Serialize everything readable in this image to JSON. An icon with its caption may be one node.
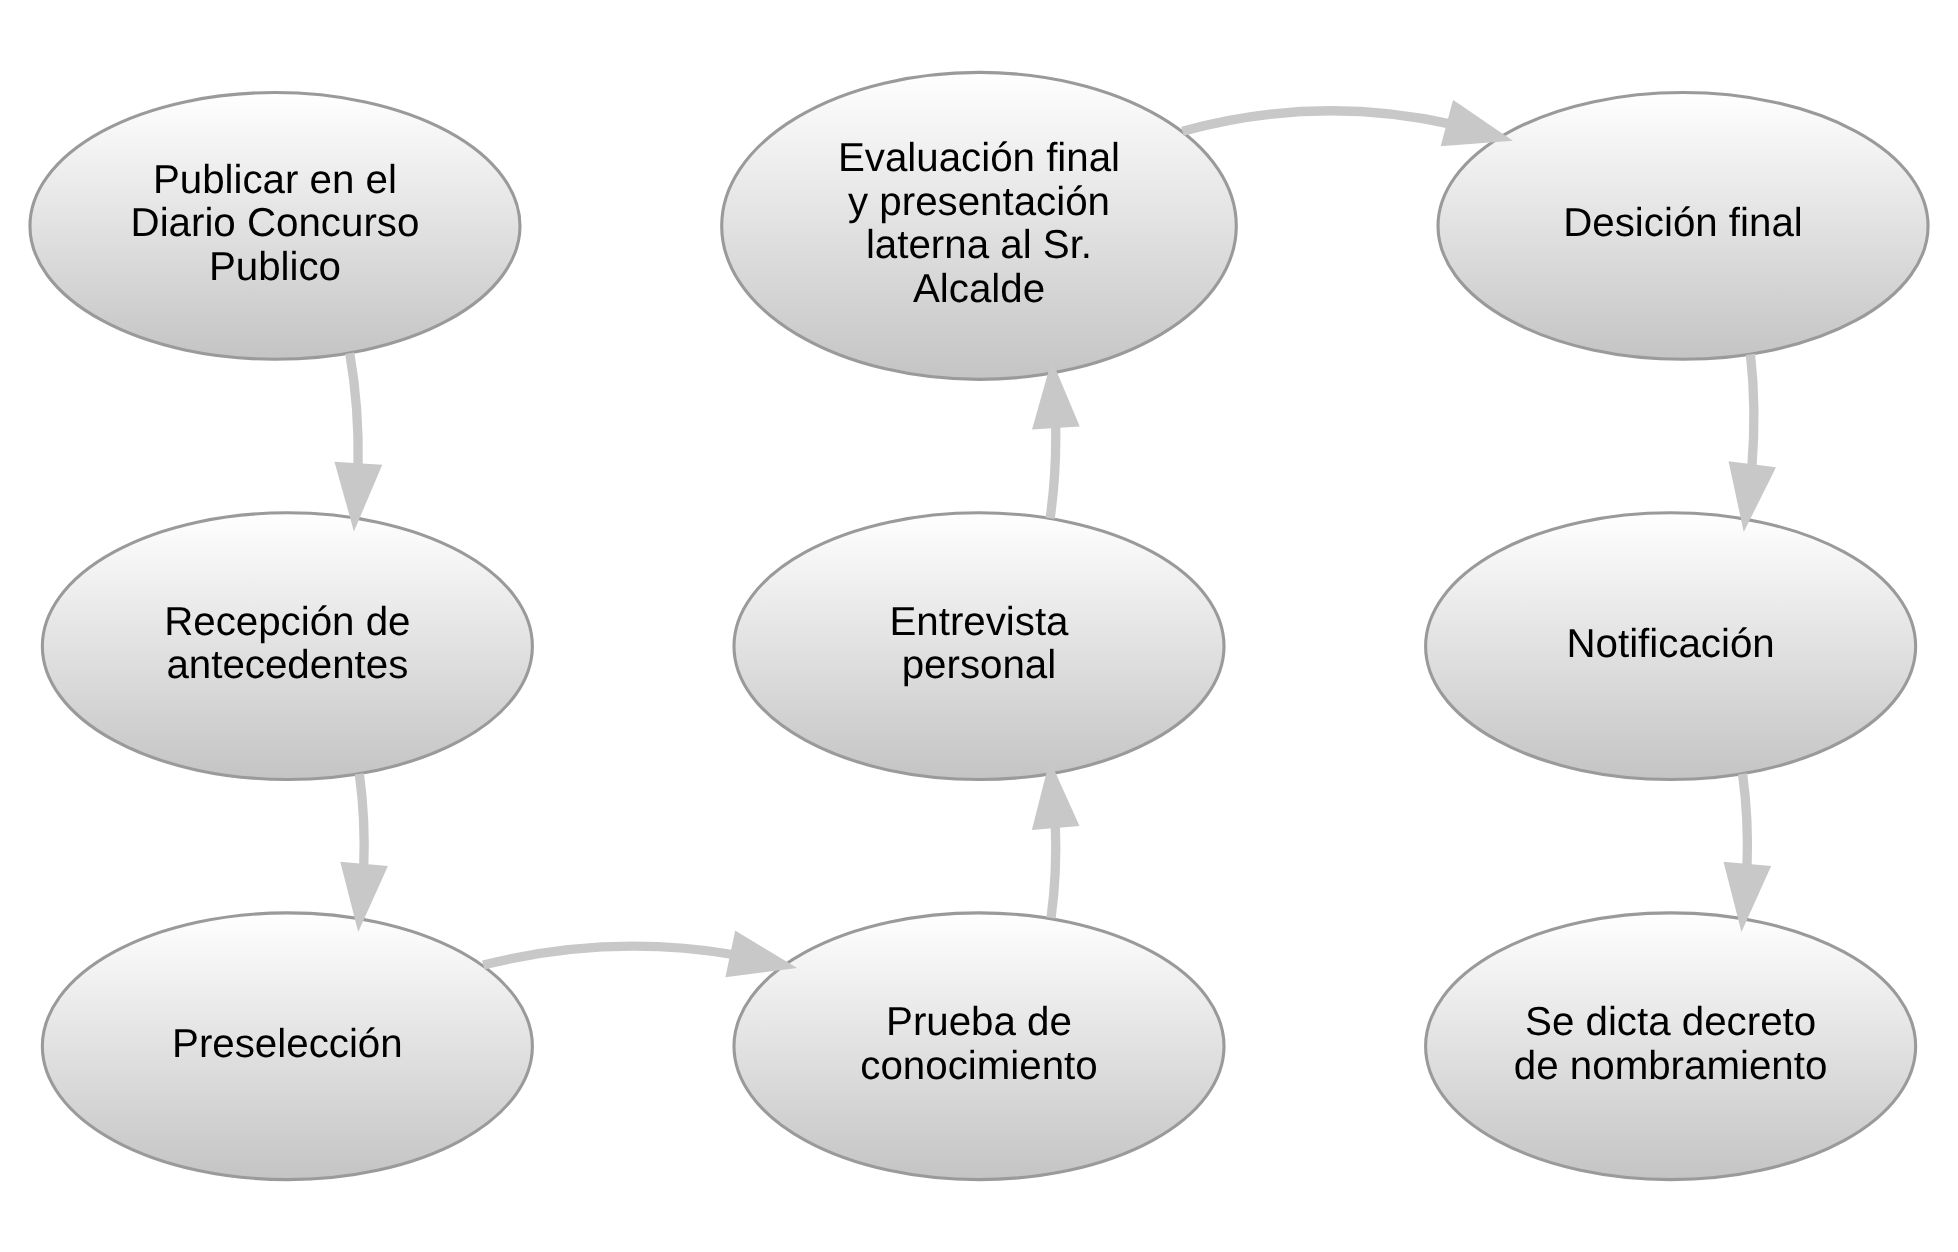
{
  "diagram": {
    "nodes": [
      {
        "text": [
          "Publicar en el Diario Concurso Publico"
        ]
      },
      {
        "text": [
          "Evaluación final y presentación laterna al Sr. Alcalde"
        ]
      },
      {
        "text": [
          "Desición final"
        ]
      },
      {
        "text": [
          "Recepción de antecedentes"
        ]
      },
      {
        "text": [
          "Entrevista personal"
        ]
      },
      {
        "text": [
          "Notificación"
        ]
      },
      {
        "text": [
          "Preselección"
        ]
      },
      {
        "text": [
          "Prueba de conocimiento"
        ]
      },
      {
        "text": [
          "Se dicta decreto de nombramiento"
        ]
      }
    ],
    "edges": [
      {
        "from": 0,
        "to": 3,
        "arrow": "to"
      },
      {
        "from": 3,
        "to": 6,
        "arrow": "to"
      },
      {
        "from": 6,
        "to": 7,
        "arrow": "to"
      },
      {
        "from": 7,
        "to": 4,
        "arrow": "to"
      },
      {
        "from": 4,
        "to": 1,
        "arrow": "to"
      },
      {
        "from": 1,
        "to": 2,
        "arrow": "to"
      },
      {
        "from": 2,
        "to": 5,
        "arrow": "to"
      },
      {
        "from": 5,
        "to": 8,
        "arrow": "to"
      }
    ]
  }
}
